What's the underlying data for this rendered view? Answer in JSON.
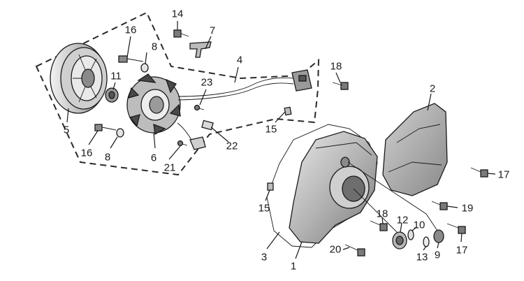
{
  "callouts": {
    "p14": "14",
    "p7": "7",
    "p16a": "16",
    "p8a": "8",
    "p4": "4",
    "p18a": "18",
    "p11": "11",
    "p23": "23",
    "p2": "2",
    "p5": "5",
    "p15a": "15",
    "p16b": "16",
    "p8b": "8",
    "p6": "6",
    "p21": "21",
    "p22": "22",
    "p17a": "17",
    "p15b": "15",
    "p19": "19",
    "p18b": "18",
    "p12": "12",
    "p10": "10",
    "p3": "3",
    "p20": "20",
    "p1": "1",
    "p13": "13",
    "p9": "9",
    "p17b": "17"
  },
  "colors": {
    "outline": "#1a1a1a",
    "shade_dark": "#6e6e6e",
    "shade_mid": "#a8a8a8",
    "shade_light": "#d6d6d6"
  }
}
